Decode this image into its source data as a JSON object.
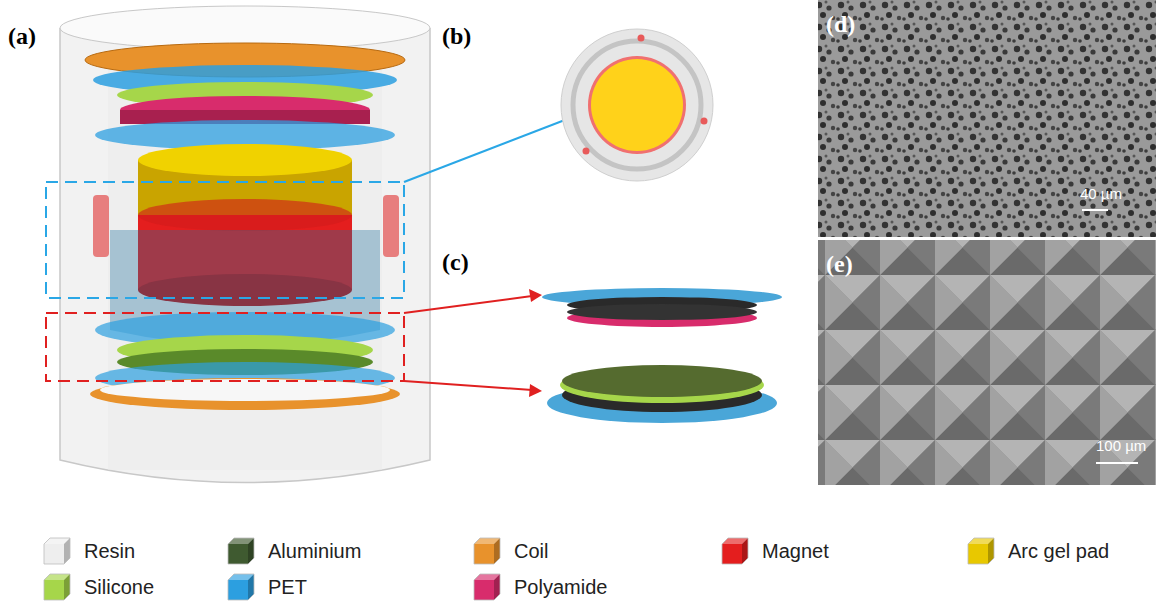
{
  "diagram": {
    "labels": [
      "(a)",
      "(b)",
      "(c)",
      "(d)",
      "(e)",
      "40 µm",
      "100 µm"
    ],
    "legend": [
      {
        "text": "Resin",
        "color": "#eeeeee"
      },
      {
        "text": "Aluminium",
        "color": "#3f5a30"
      },
      {
        "text": "Coil",
        "color": "#e8922c"
      },
      {
        "text": "Magnet",
        "color": "#e41e1e"
      },
      {
        "text": "Arc gel pad",
        "color": "#e8c800"
      },
      {
        "text": "Silicone",
        "color": "#a6d64a"
      },
      {
        "text": "PET",
        "color": "#2c9fe0"
      },
      {
        "text": "Polyamide",
        "color": "#d82c6c"
      }
    ]
  }
}
